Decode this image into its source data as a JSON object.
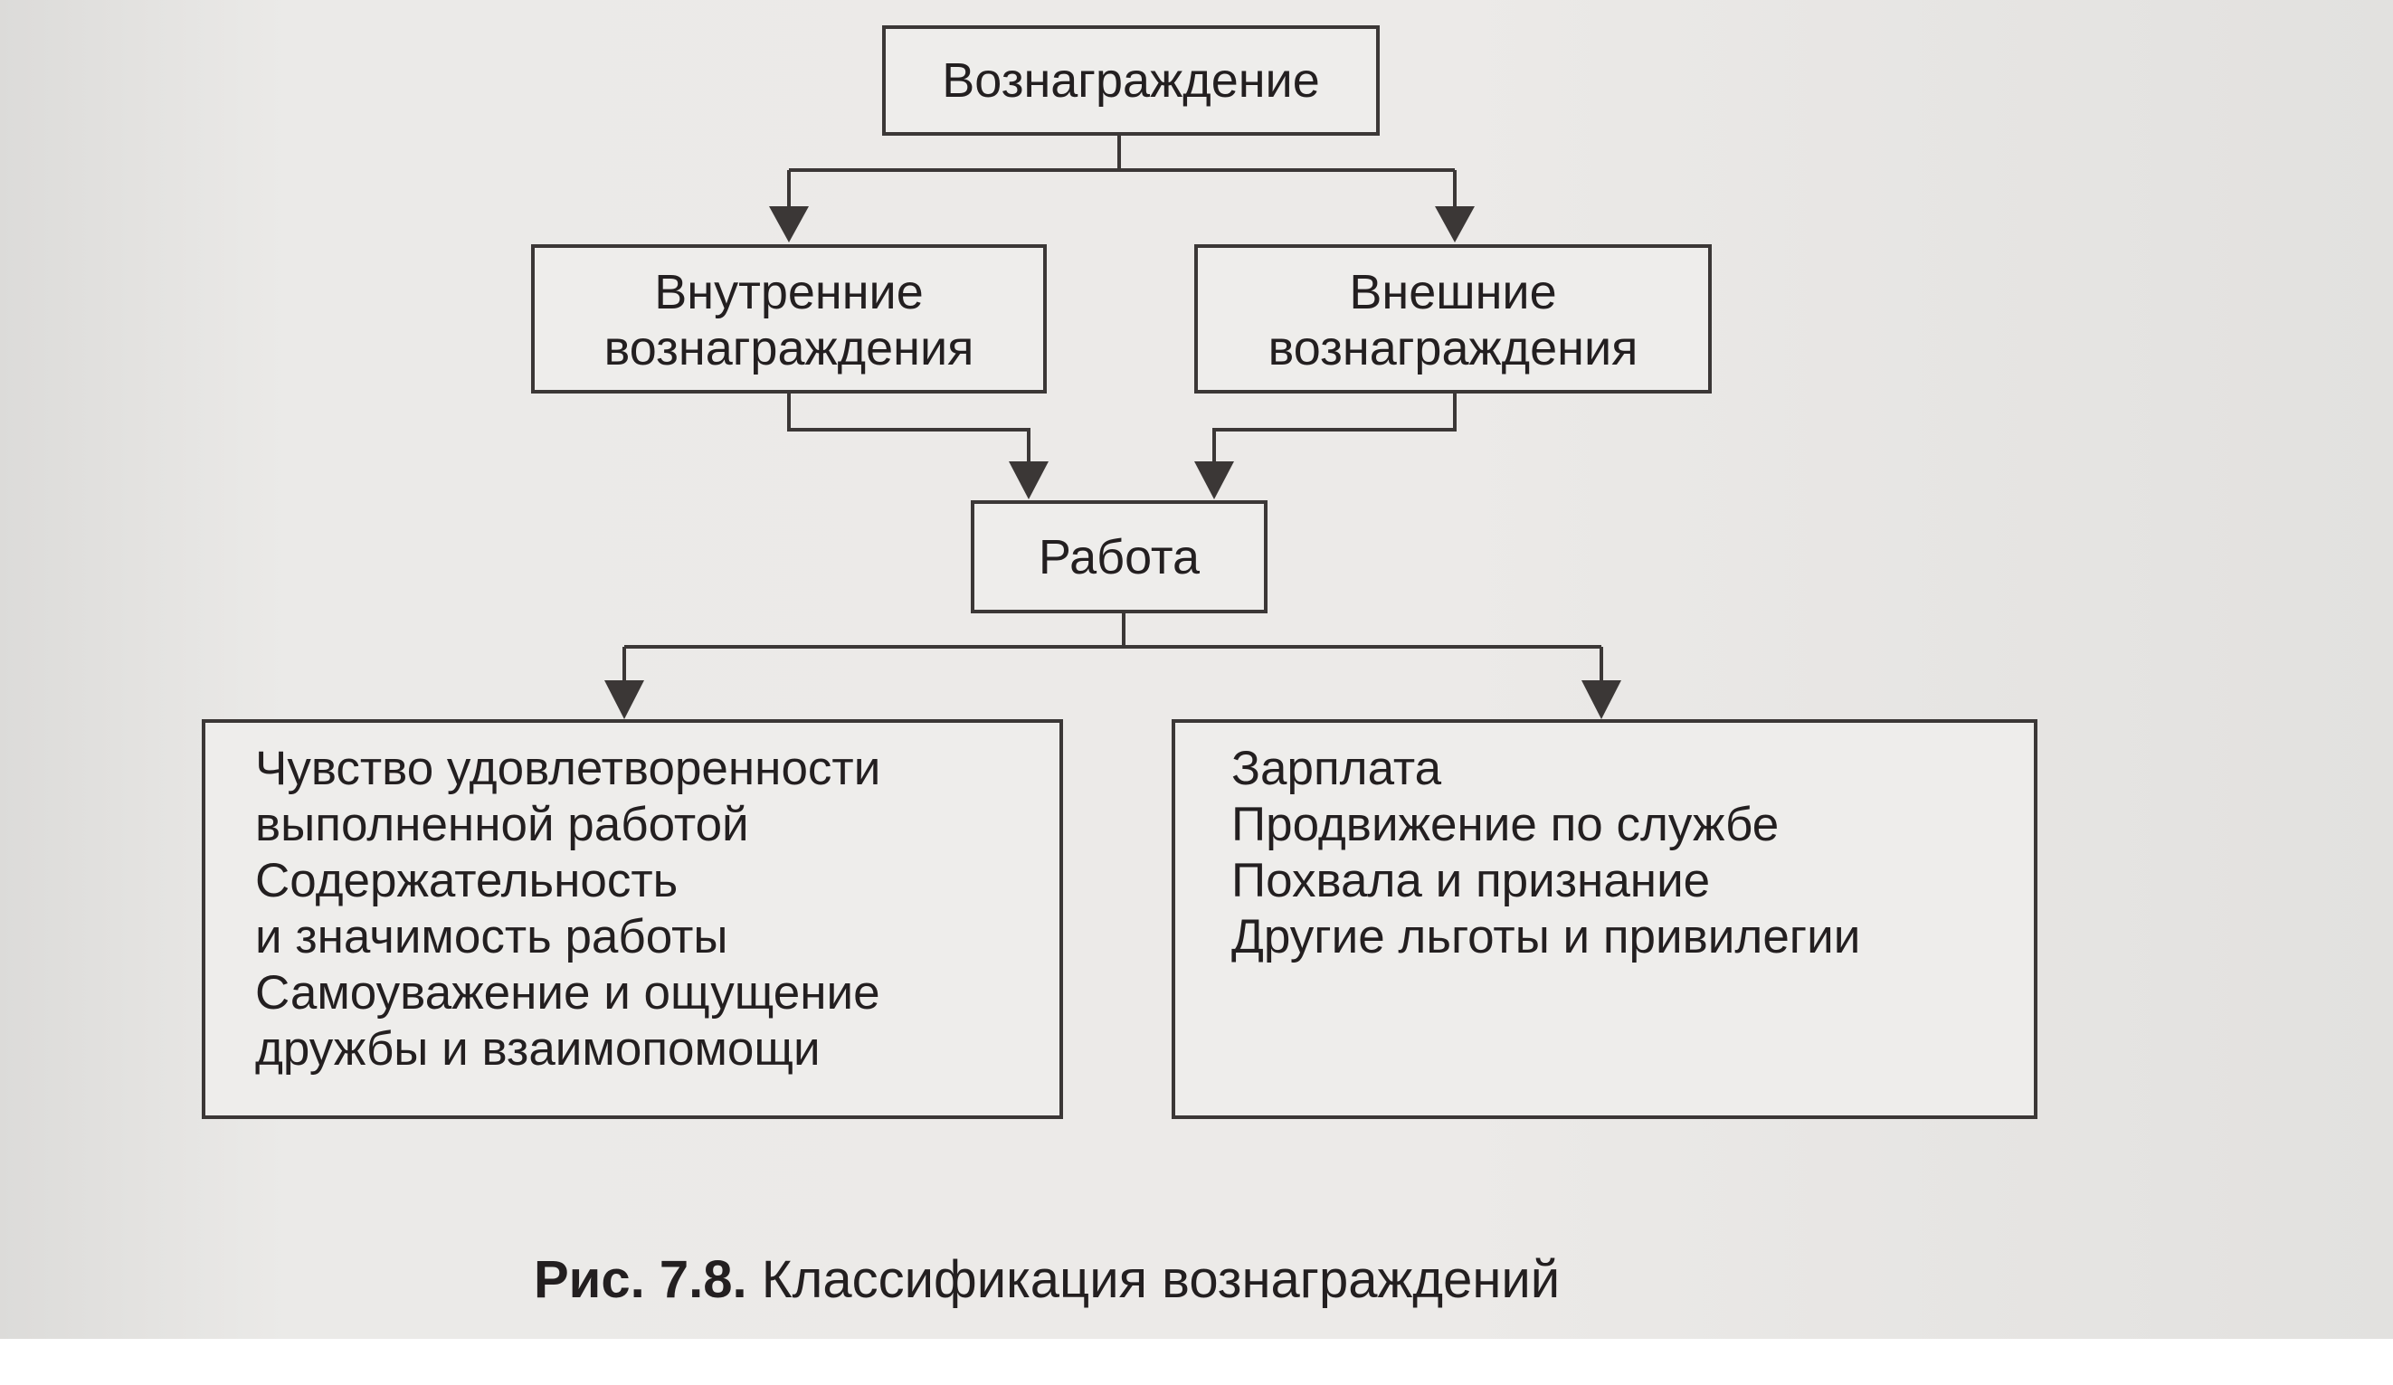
{
  "diagram": {
    "nodes": {
      "reward": "Вознаграждение",
      "internal": [
        "Внутренние",
        "вознаграждения"
      ],
      "external": [
        "Внешние",
        "вознаграждения"
      ],
      "work": "Работа"
    },
    "internal_list": [
      "Чувство удовлетворенности",
      "выполненной работой",
      "Содержательность",
      "и значимость работы",
      "Самоуважение и ощущение",
      "дружбы и взаимопомощи"
    ],
    "external_list": [
      "Зарплата",
      "Продвижение по службе",
      "Похвала и признание",
      "Другие льготы и привилегии"
    ]
  },
  "caption": {
    "number": "Рис. 7.8.",
    "title": "Классификация вознаграждений"
  },
  "colors": {
    "paper": "#e9e8e6",
    "ink": "#231f20",
    "line": "#3b3736"
  }
}
